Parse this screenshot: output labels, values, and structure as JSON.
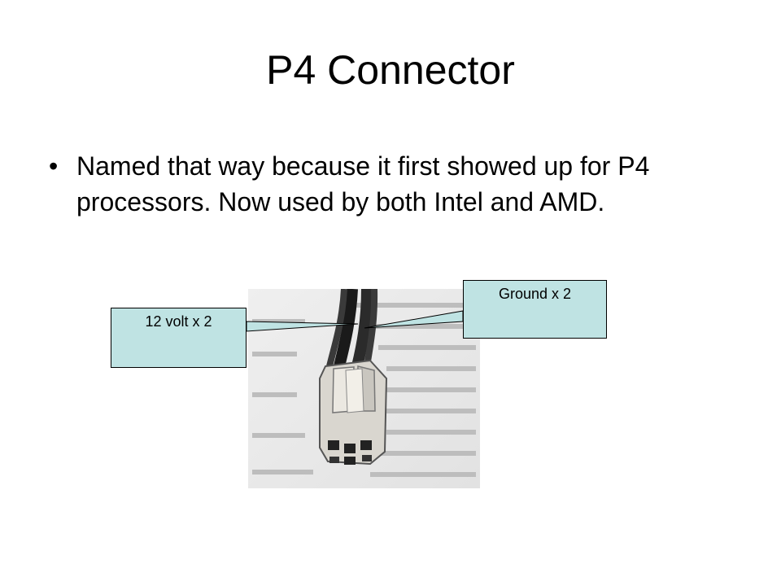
{
  "slide": {
    "title": "P4 Connector",
    "bullets": [
      {
        "marker": "•",
        "text": "Named that way because it first showed up for P4 processors. Now used by both Intel and AMD."
      }
    ]
  },
  "image": {
    "caption_visible": false,
    "subject": "connector-photo"
  },
  "callouts": {
    "left_label": "12 volt x 2",
    "right_label": "Ground x 2"
  },
  "colors": {
    "callout_fill": "#bfe3e3",
    "text": "#000000",
    "background": "#ffffff"
  }
}
